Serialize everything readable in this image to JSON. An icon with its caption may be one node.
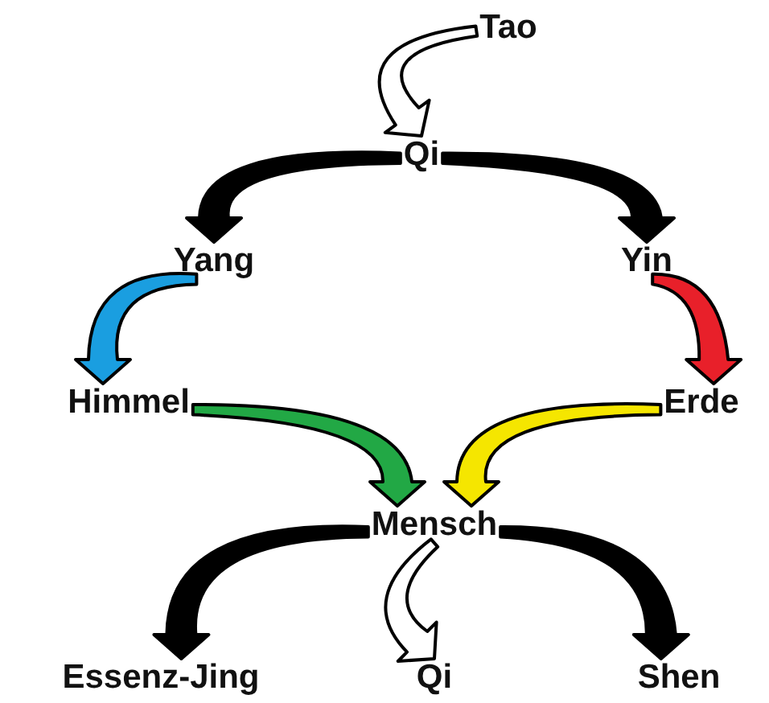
{
  "diagram": {
    "nodes": [
      {
        "text": [
          "Tao"
        ]
      },
      {
        "text": [
          "Qi"
        ]
      },
      {
        "text": [
          "Yang"
        ]
      },
      {
        "text": [
          "Yin"
        ]
      },
      {
        "text": [
          "Himmel"
        ]
      },
      {
        "text": [
          "Erde"
        ]
      },
      {
        "text": [
          "Mensch"
        ]
      },
      {
        "text": [
          "Essenz-Jing"
        ]
      },
      {
        "text": [
          "Qi"
        ]
      },
      {
        "text": [
          "Shen"
        ]
      }
    ],
    "edges": [
      {
        "from": 0,
        "to": 1,
        "arrow": "to",
        "style": "thick",
        "color": "#ffffff"
      },
      {
        "from": 1,
        "to": 2,
        "arrow": "to",
        "style": "thick"
      },
      {
        "from": 1,
        "to": 3,
        "arrow": "to",
        "style": "thick"
      },
      {
        "from": 2,
        "to": 4,
        "arrow": "to",
        "style": "thick",
        "color": "#1a9ee0"
      },
      {
        "from": 3,
        "to": 5,
        "arrow": "to",
        "style": "thick",
        "color": "#e8202a"
      },
      {
        "from": 4,
        "to": 6,
        "arrow": "to",
        "style": "thick",
        "color": "#22a845"
      },
      {
        "from": 5,
        "to": 6,
        "arrow": "to",
        "style": "thick",
        "color": "#f5e600"
      },
      {
        "from": 6,
        "to": 7,
        "arrow": "to",
        "style": "thick"
      },
      {
        "from": 6,
        "to": 8,
        "arrow": "to",
        "style": "thick",
        "color": "#ffffff"
      },
      {
        "from": 6,
        "to": 9,
        "arrow": "to",
        "style": "thick"
      }
    ]
  }
}
